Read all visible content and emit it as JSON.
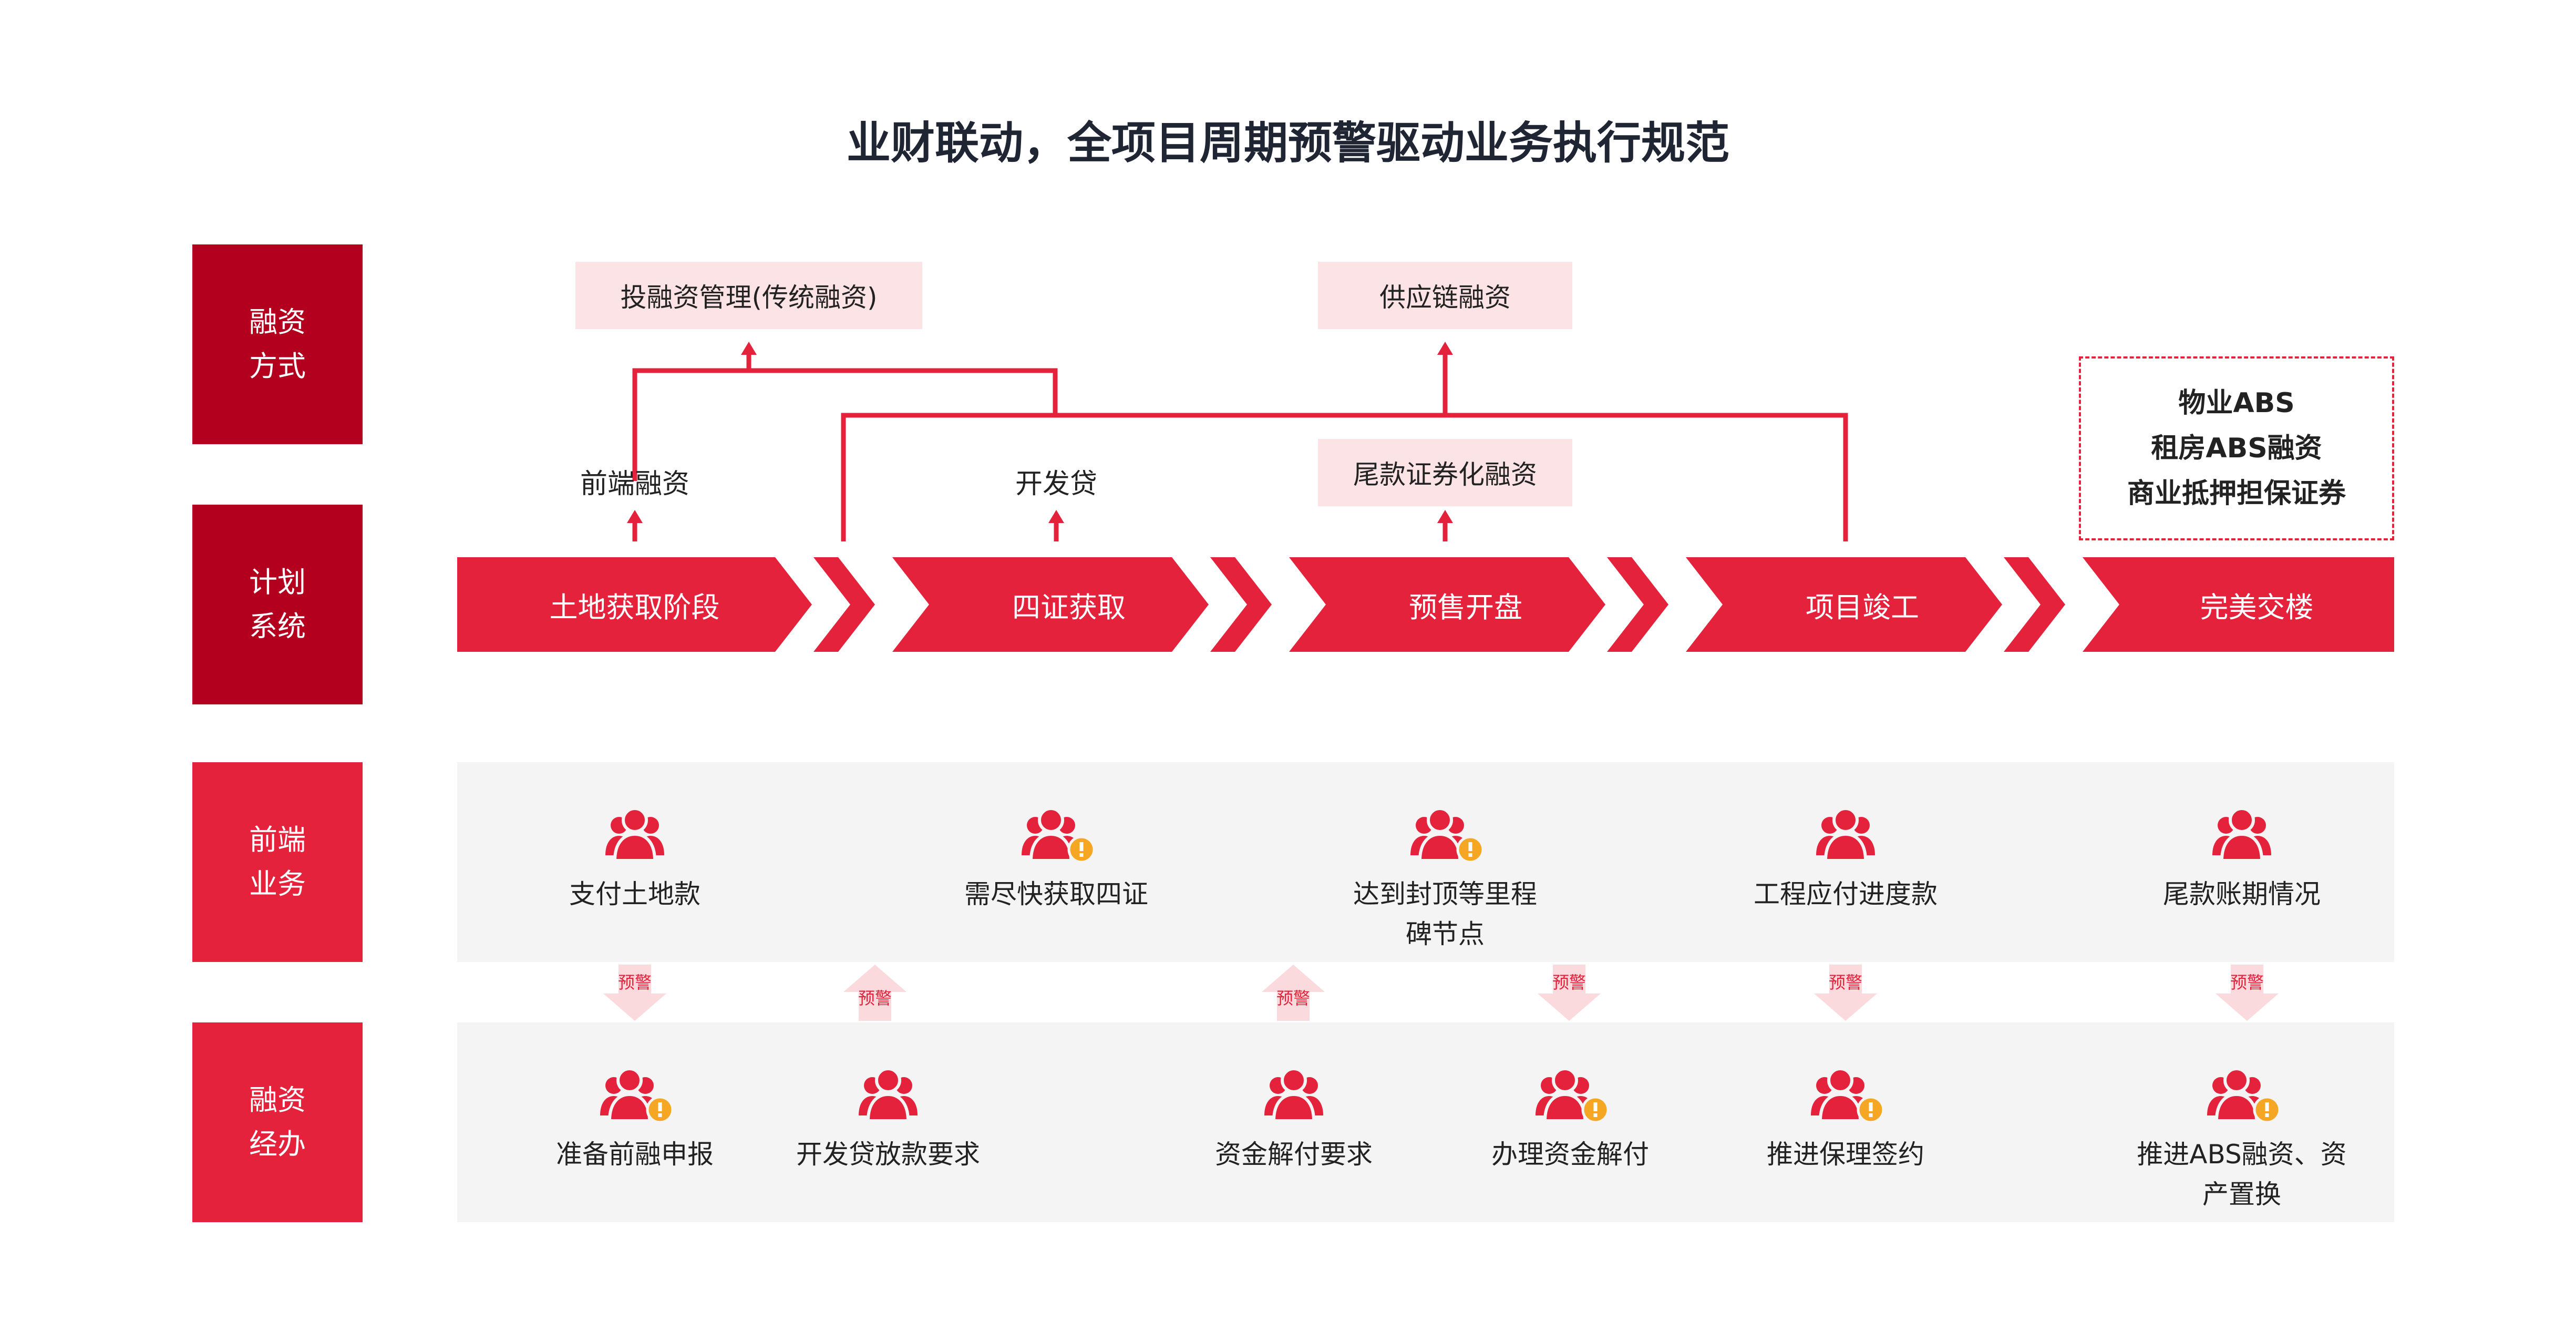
{
  "title": "业财联动，全项目周期预警驱动业务执行规范",
  "rows": [
    {
      "line1": "融资",
      "line2": "方式"
    },
    {
      "line1": "计划",
      "line2": "系统"
    },
    {
      "line1": "前端",
      "line2": "业务"
    },
    {
      "line1": "融资",
      "line2": "经办"
    }
  ],
  "financing": {
    "traditional": "投融资管理(传统融资)",
    "supply_chain": "供应链融资",
    "frontend": "前端融资",
    "dev_loan": "开发贷",
    "balance_securitization": "尾款证券化融资",
    "abs_list": [
      "物业ABS",
      "租房ABS融资",
      "商业抵押担保证券"
    ]
  },
  "stages": [
    "土地获取阶段",
    "四证获取",
    "预售开盘",
    "项目竣工",
    "完美交楼"
  ],
  "frontend_business": [
    {
      "text": "支付土地款",
      "warn": false
    },
    {
      "text": "需尽快获取四证",
      "warn": true
    },
    {
      "text": "达到封顶等里程",
      "text2": "碑节点",
      "warn": true
    },
    {
      "text": "工程应付进度款",
      "warn": false
    },
    {
      "text": "尾款账期情况",
      "warn": false
    }
  ],
  "financing_ops": [
    {
      "text": "准备前融申报",
      "warn": true
    },
    {
      "text": "开发贷放款要求",
      "warn": false
    },
    {
      "text": "资金解付要求",
      "warn": false
    },
    {
      "text": "办理资金解付",
      "warn": true
    },
    {
      "text": "推进保理签约",
      "warn": true
    },
    {
      "text": "推进ABS融资、资",
      "text2": "产置换",
      "warn": true
    }
  ],
  "warning_label": "预警",
  "colors": {
    "dark_red": "#b3001e",
    "red": "#e5223c",
    "pink": "#fce3e6",
    "gray_bg": "#f4f4f4",
    "warn_orange": "#f5a623"
  }
}
